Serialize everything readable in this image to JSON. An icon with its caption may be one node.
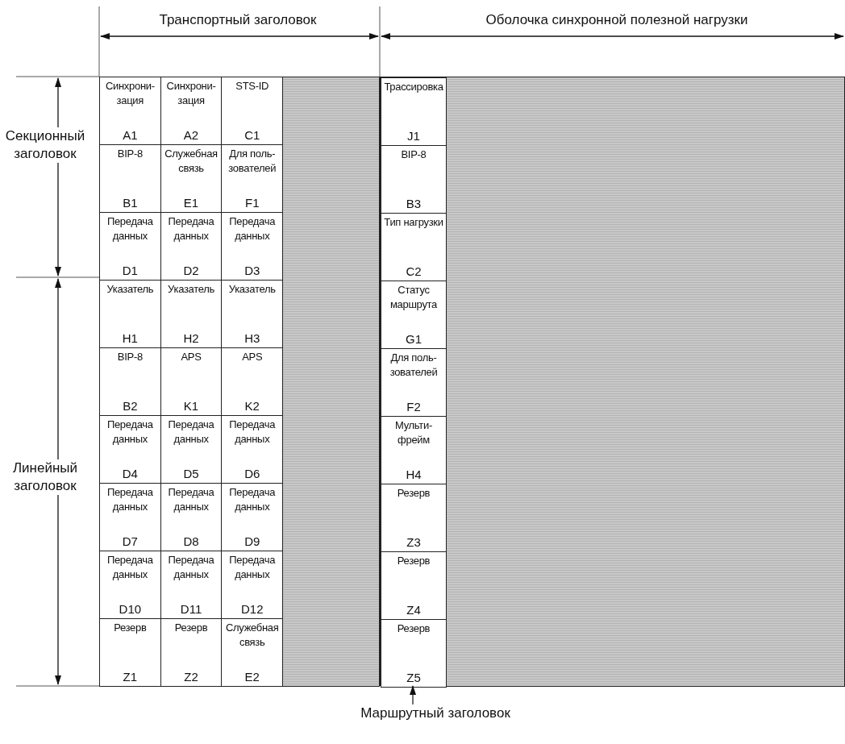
{
  "diagram": {
    "nodes": [
      {
        "text": [],
        "shape": "box"
      },
      {
        "text": [
          "Синхрони-зация",
          "A1"
        ]
      },
      {
        "text": [
          "Синхрони-зация",
          "A2"
        ]
      },
      {
        "text": [
          "STS-ID",
          "C1"
        ]
      },
      {
        "text": [
          "Трассировка",
          "J1"
        ],
        "in": 0
      },
      {
        "text": [
          "BIP-8",
          "B1"
        ]
      },
      {
        "text": [
          "Служебная связь",
          "E1"
        ]
      },
      {
        "text": [
          "Для поль-зователей",
          "F1"
        ]
      },
      {
        "text": [
          "BIP-8",
          "B3"
        ],
        "in": 0
      },
      {
        "text": [
          "Передача данных",
          "D1"
        ]
      },
      {
        "text": [
          "Передача данных",
          "D2"
        ]
      },
      {
        "text": [
          "Передача данных",
          "D3"
        ]
      },
      {
        "text": [
          "Тип нагрузки",
          "C2"
        ],
        "in": 0
      },
      {
        "text": [
          "Указатель",
          "H1"
        ]
      },
      {
        "text": [
          "Указатель",
          "H2"
        ]
      },
      {
        "text": [
          "Указатель",
          "H3"
        ]
      },
      {
        "text": [
          "Статус маршрута",
          "G1"
        ],
        "in": 0
      },
      {
        "text": [
          "BIP-8",
          "B2"
        ]
      },
      {
        "text": [
          "APS",
          "K1"
        ]
      },
      {
        "text": [
          "APS",
          "K2"
        ]
      },
      {
        "text": [
          "Для поль-зователей",
          "F2"
        ],
        "in": 0
      },
      {
        "text": [
          "Передача данных",
          "D4"
        ]
      },
      {
        "text": [
          "Передача данных",
          "D5"
        ]
      },
      {
        "text": [
          "Передача данных",
          "D6"
        ]
      },
      {
        "text": [
          "Мульти-фрейм",
          "H4"
        ],
        "in": 0
      },
      {
        "text": [
          "Передача данных",
          "D7"
        ]
      },
      {
        "text": [
          "Передача данных",
          "D8"
        ]
      },
      {
        "text": [
          "Передача данных",
          "D9"
        ]
      },
      {
        "text": [
          "Резерв",
          "Z3"
        ],
        "in": 0
      },
      {
        "text": [
          "Передача данных",
          "D10"
        ]
      },
      {
        "text": [
          "Передача данных",
          "D11"
        ]
      },
      {
        "text": [
          "Передача данных",
          "D12"
        ]
      },
      {
        "text": [
          "Резерв",
          "Z4"
        ],
        "in": 0
      },
      {
        "text": [
          "Резерв",
          "Z1"
        ]
      },
      {
        "text": [
          "Резерв",
          "Z2"
        ]
      },
      {
        "text": [
          "Служебная связь",
          "E2"
        ]
      },
      {
        "text": [
          "Резерв",
          "Z5"
        ],
        "in": 0
      },
      {
        "text": [
          "Маршрутный заголовок"
        ]
      },
      {
        "text": [],
        "shape": "box"
      },
      {
        "text": [],
        "shape": "box"
      }
    ],
    "edges": [
      {
        "from": 37,
        "to": 0,
        "arrow": "to"
      }
    ],
    "labels": [
      "Транспортный заголовок",
      "Оболочка синхронной полезной нагрузки",
      "Секционный заголовок",
      "Линейный заголовок"
    ]
  }
}
